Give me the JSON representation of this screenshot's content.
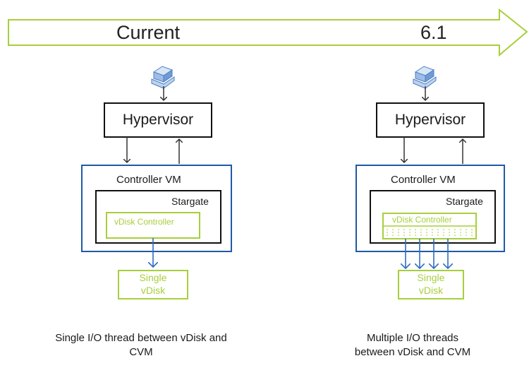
{
  "timeline": {
    "current_label": "Current",
    "version_label": "6.1",
    "arrow_color": "#a7cf3c"
  },
  "colors": {
    "cvm_border": "#1f5aa6",
    "vdisk_green": "#a7cf3c",
    "box_border": "#111111",
    "io_arrow": "#2e6bc4"
  },
  "left": {
    "hypervisor_label": "Hypervisor",
    "cvm_label": "Controller VM",
    "stargate_label": "Stargate",
    "vdisk_controller_label": "vDisk Controller",
    "vdisk_line1": "Single",
    "vdisk_line2": "vDisk",
    "caption_line1": "Single I/O thread between vDisk and",
    "caption_line2": "CVM",
    "vm_icon": "virtual-machine-icon"
  },
  "right": {
    "hypervisor_label": "Hypervisor",
    "cvm_label": "Controller VM",
    "stargate_label": "Stargate",
    "vdisk_controller_label": "vDisk Controller",
    "vdisk_line1": "Single",
    "vdisk_line2": "vDisk",
    "caption_line1": "Multiple I/O threads",
    "caption_line2": "between vDisk and CVM",
    "vm_icon": "virtual-machine-icon"
  }
}
